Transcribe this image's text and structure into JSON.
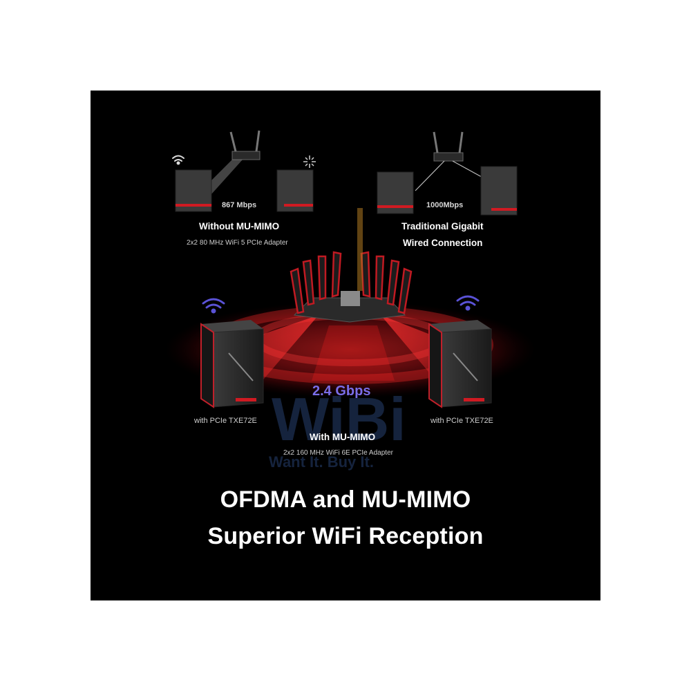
{
  "top_left": {
    "speed": "867 Mbps",
    "title": "Without MU-MIMO",
    "subtitle": "2x2 80 MHz WiFi 5 PCIe Adapter"
  },
  "top_right": {
    "speed": "1000Mbps",
    "title_line1": "Traditional Gigabit",
    "title_line2": "Wired Connection"
  },
  "center": {
    "speed": "2.4 Gbps",
    "left_pc_label": "with PCIe TXE72E",
    "right_pc_label": "with PCIe TXE72E",
    "title": "With MU-MIMO",
    "subtitle": "2x2 160 MHz WiFi 6E PCIe Adapter"
  },
  "headline": {
    "line1": "OFDMA and MU-MIMO",
    "line2": "Superior WiFi Reception"
  },
  "watermark": {
    "word": "WiBi",
    "tagline": "Want It. Buy It."
  },
  "colors": {
    "background": "#000000",
    "page": "#ffffff",
    "accent_red": "#e0242c",
    "signal_blue": "#5a52d6",
    "speed_gradient_start": "#5b6cf0",
    "speed_gradient_end": "#9a5bd6"
  },
  "icons": {
    "wifi_signal": "wifi-icon",
    "weak_signal": "weak-signal-icon"
  }
}
